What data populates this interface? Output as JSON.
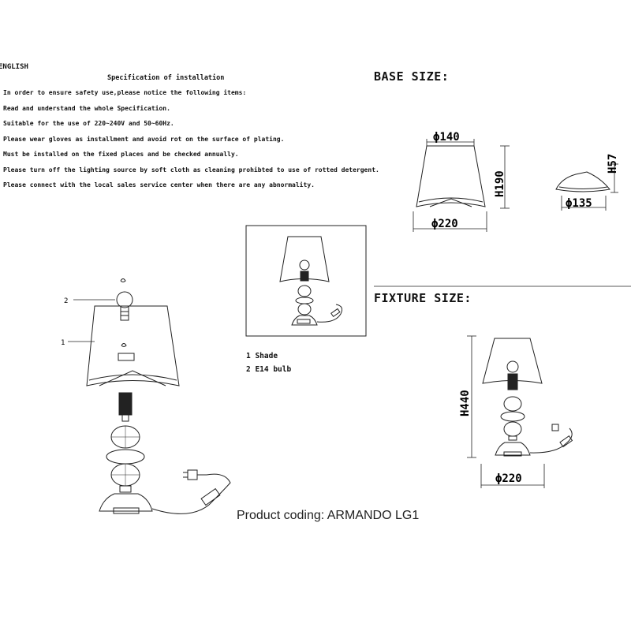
{
  "spec": {
    "language": "ENGLISH",
    "title": "Specification of installation",
    "lines": [
      "In order to ensure safety use,please notice the following items:",
      "Read and understand the whole Specification.",
      "Suitable for the use of 220~240V and 50~60Hz.",
      "Please wear gloves as installment and avoid rot on the surface of plating.",
      "Must be installed on the fixed places and be checked annually.",
      "Please turn off the lighting source by soft cloth as cleaning prohibted to use of rotted detergent.",
      "Please connect with the local sales service center when there are any abnormality."
    ]
  },
  "base_size": {
    "heading": "BASE SIZE:",
    "shade_top": "ϕ140",
    "shade_height": "H190",
    "shade_bottom": "ϕ220",
    "base_height": "H57",
    "base_diameter": "ϕ135"
  },
  "exploded": {
    "callout_2": "2",
    "callout_1": "1"
  },
  "legend": {
    "item_1": "1 Shade",
    "item_2": "2 E14 bulb"
  },
  "fixture_size": {
    "heading": "FIXTURE SIZE:",
    "height": "H440",
    "diameter": "ϕ220"
  },
  "product_coding": "Product coding: ARMANDO LG1"
}
